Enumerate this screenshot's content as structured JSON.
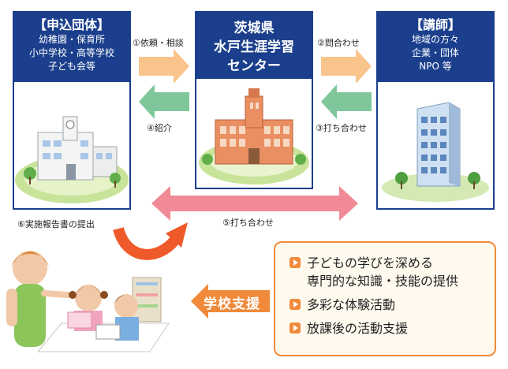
{
  "apply_group": {
    "title": "【申込団体】",
    "lines": [
      "幼稚園・保育所",
      "小中学校・高等学校",
      "子ども会等"
    ]
  },
  "center": {
    "lines": [
      "茨城県",
      "水戸生涯学習",
      "センター"
    ]
  },
  "lecturer": {
    "title": "【講師】",
    "lines": [
      "地域の方々",
      "企業・団体",
      "NPO 等"
    ]
  },
  "arrows": {
    "request": "①依頼・相談",
    "inquiry": "②問合わせ",
    "arrange_lecturer": "③打ち合わせ",
    "introduce": "④紹介",
    "arrange_direct": "⑤打ち合わせ",
    "report": "⑥実施報告書の提出"
  },
  "school_support": "学校支援",
  "support_items": [
    [
      "子どもの学びを深める",
      "専門的な知識・技能の提供"
    ],
    [
      "多彩な体験活動"
    ],
    [
      "放課後の活動支援"
    ]
  ],
  "icons": [
    "building-school",
    "building-center",
    "building-office",
    "mark-triangle"
  ],
  "colors": {
    "navy": "#1b3f8c",
    "orange": "#f08a3a",
    "green_arrow": "#7fc79a",
    "orange_arrow": "#f8c48c",
    "pink_arrow": "#f08a96",
    "red_curve": "#ef5a2a"
  }
}
